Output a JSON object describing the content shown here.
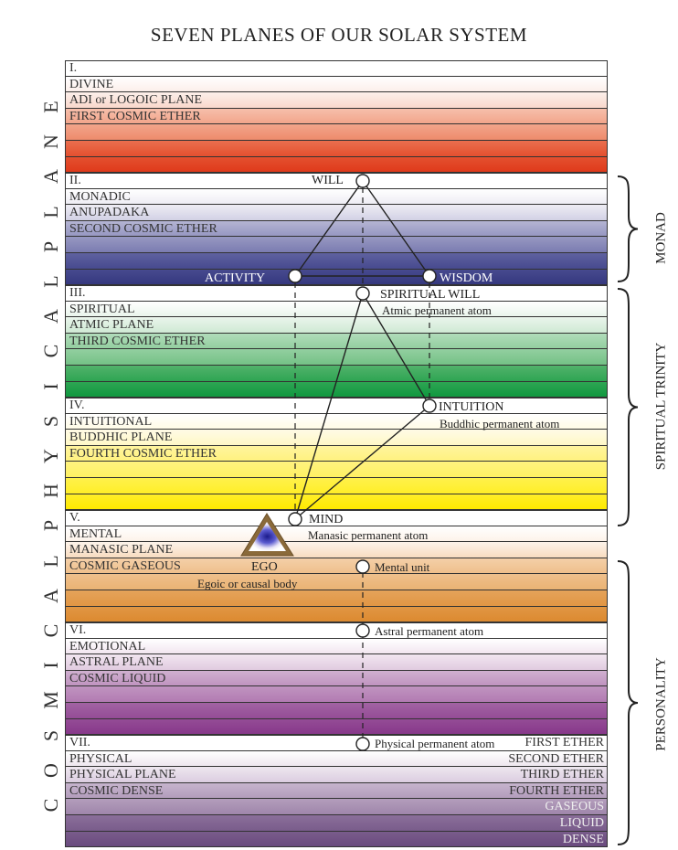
{
  "title": "SEVEN PLANES OF OUR SOLAR SYSTEM",
  "side_title_letters": [
    "C",
    "O",
    "S",
    "M",
    "I",
    "C",
    "A",
    "L",
    "P",
    "H",
    "Y",
    "S",
    "I",
    "C",
    "A",
    "L",
    "P",
    "L",
    "A",
    "N",
    "E"
  ],
  "planes": [
    {
      "labels": [
        "I.",
        "DIVINE",
        "ADI or LOGOIC PLANE",
        "FIRST COSMIC ETHER"
      ],
      "colors": [
        "#ffffff",
        "#ffffff",
        "#fcefea",
        "#f9d8cc",
        "#f6bfab",
        "#f2a58b",
        "#ee8b6c",
        "#ea6f4e",
        "#e4502f",
        "#df3a1b"
      ]
    },
    {
      "labels": [
        "II.",
        "MONADIC",
        "ANUPADAKA",
        "SECOND COSMIC ETHER"
      ],
      "colors": [
        "#ffffff",
        "#ffffff",
        "#eeedf4",
        "#d2d1e5",
        "#b4b4d3",
        "#9798c2",
        "#7b7cb1",
        "#5f619f",
        "#474a8f",
        "#35387f"
      ]
    },
    {
      "labels": [
        "III.",
        "SPIRITUAL",
        "ATMIC PLANE",
        "THIRD COSMIC ETHER"
      ],
      "colors": [
        "#ffffff",
        "#ffffff",
        "#eaf5ec",
        "#cfe9d4",
        "#b1dcba",
        "#93cfa0",
        "#74c186",
        "#52b26b",
        "#2ea553",
        "#10983f"
      ]
    },
    {
      "labels": [
        "IV.",
        "INTUITIONAL",
        "BUDDHIC PLANE",
        "FOURTH COSMIC ETHER"
      ],
      "colors": [
        "#ffffff",
        "#ffffff",
        "#fffbe6",
        "#fff8c6",
        "#fff49e",
        "#fff27f",
        "#fff163",
        "#fff14b",
        "#ffee28",
        "#ffea00"
      ]
    },
    {
      "labels": [
        "V.",
        "MENTAL",
        "MANASIC PLANE",
        "COSMIC GASEOUS"
      ],
      "colors": [
        "#ffffff",
        "#ffffff",
        "#fdf3ea",
        "#f8dcc0",
        "#f4cfa8",
        "#efc08c",
        "#eab374",
        "#e5a35a",
        "#e19644",
        "#dc8a30"
      ]
    },
    {
      "labels": [
        "VI.",
        "EMOTIONAL",
        "ASTRAL PLANE",
        "COSMIC LIQUID"
      ],
      "colors": [
        "#ffffff",
        "#ffffff",
        "#f2e6f0",
        "#e1cbe0",
        "#d0b0d0",
        "#c094c0",
        "#b27bb2",
        "#a263a3",
        "#944c96",
        "#87388a"
      ]
    },
    {
      "labels": [
        "VII.",
        "PHYSICAL",
        "PHYSICAL PLANE",
        "COSMIC DENSE"
      ],
      "colors": [
        "#ffffff",
        "#ffffff",
        "#eee7ef",
        "#dbcde0",
        "#c6b4cd",
        "#b39dbc",
        "#9f86ab",
        "#8b6f9a",
        "#795c8b",
        "#6a4a7e"
      ]
    }
  ],
  "physical_subplanes": [
    "FIRST ETHER",
    "SECOND ETHER",
    "THIRD ETHER",
    "FOURTH ETHER",
    "GASEOUS",
    "LIQUID",
    "DENSE"
  ],
  "annotations": {
    "will": "WILL",
    "activity": "ACTIVITY",
    "wisdom": "WISDOM",
    "spiritual_will": "SPIRITUAL WILL",
    "atmic_atom": "Atmic permanent atom",
    "intuition": "INTUITION",
    "buddhic_atom": "Buddhic permanent atom",
    "mind": "MIND",
    "manasic_atom": "Manasic permanent atom",
    "ego": "EGO",
    "causal_body": "Egoic or causal body",
    "mental_unit": "Mental unit",
    "astral_atom": "Astral permanent atom",
    "physical_atom": "Physical permanent atom"
  },
  "brackets": {
    "monad": "MONAD",
    "spiritual_trinity": "SPIRITUAL TRINITY",
    "personality": "PERSONALITY"
  }
}
